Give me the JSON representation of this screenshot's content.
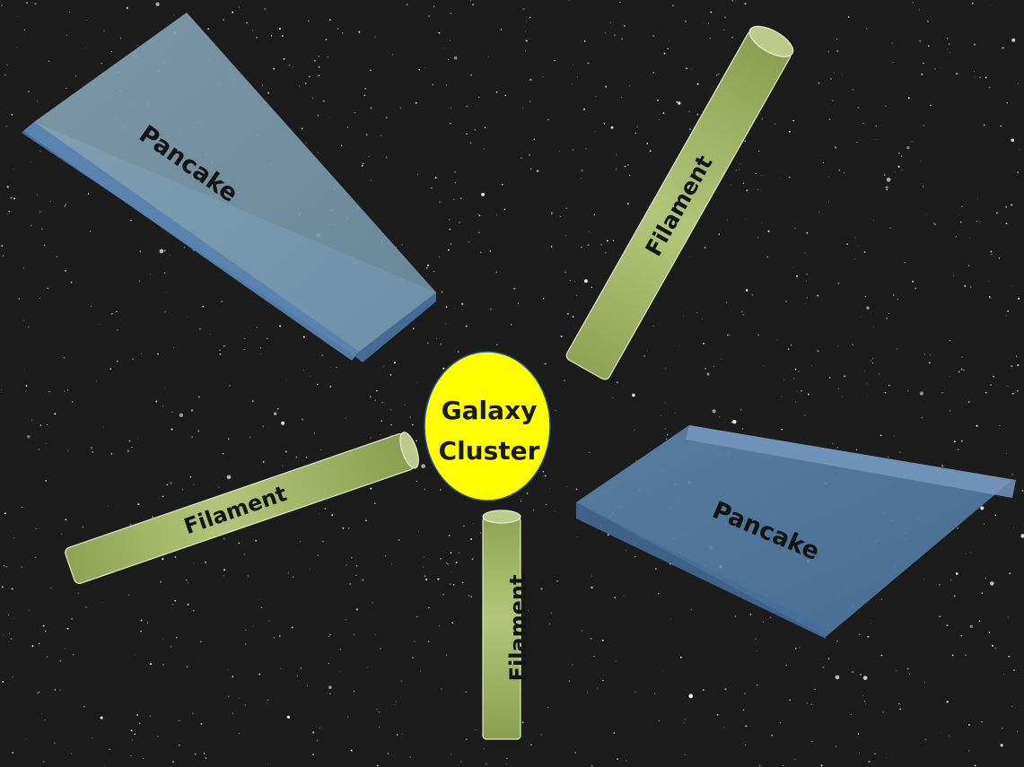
{
  "diagram": {
    "colors": {
      "space": "#1c1c1c",
      "filament": "#a3b86a",
      "pancake_top": "#7f9fb2",
      "pancake_edge": "#4f78a3",
      "cluster": "#ffff00"
    },
    "cluster": {
      "line1": "Galaxy",
      "line2": "Cluster"
    },
    "pancakes": [
      {
        "label": "Pancake"
      },
      {
        "label": "Pancake"
      }
    ],
    "filaments": [
      {
        "label": "Filament"
      },
      {
        "label": "Filament"
      },
      {
        "label": "Filament"
      }
    ]
  }
}
